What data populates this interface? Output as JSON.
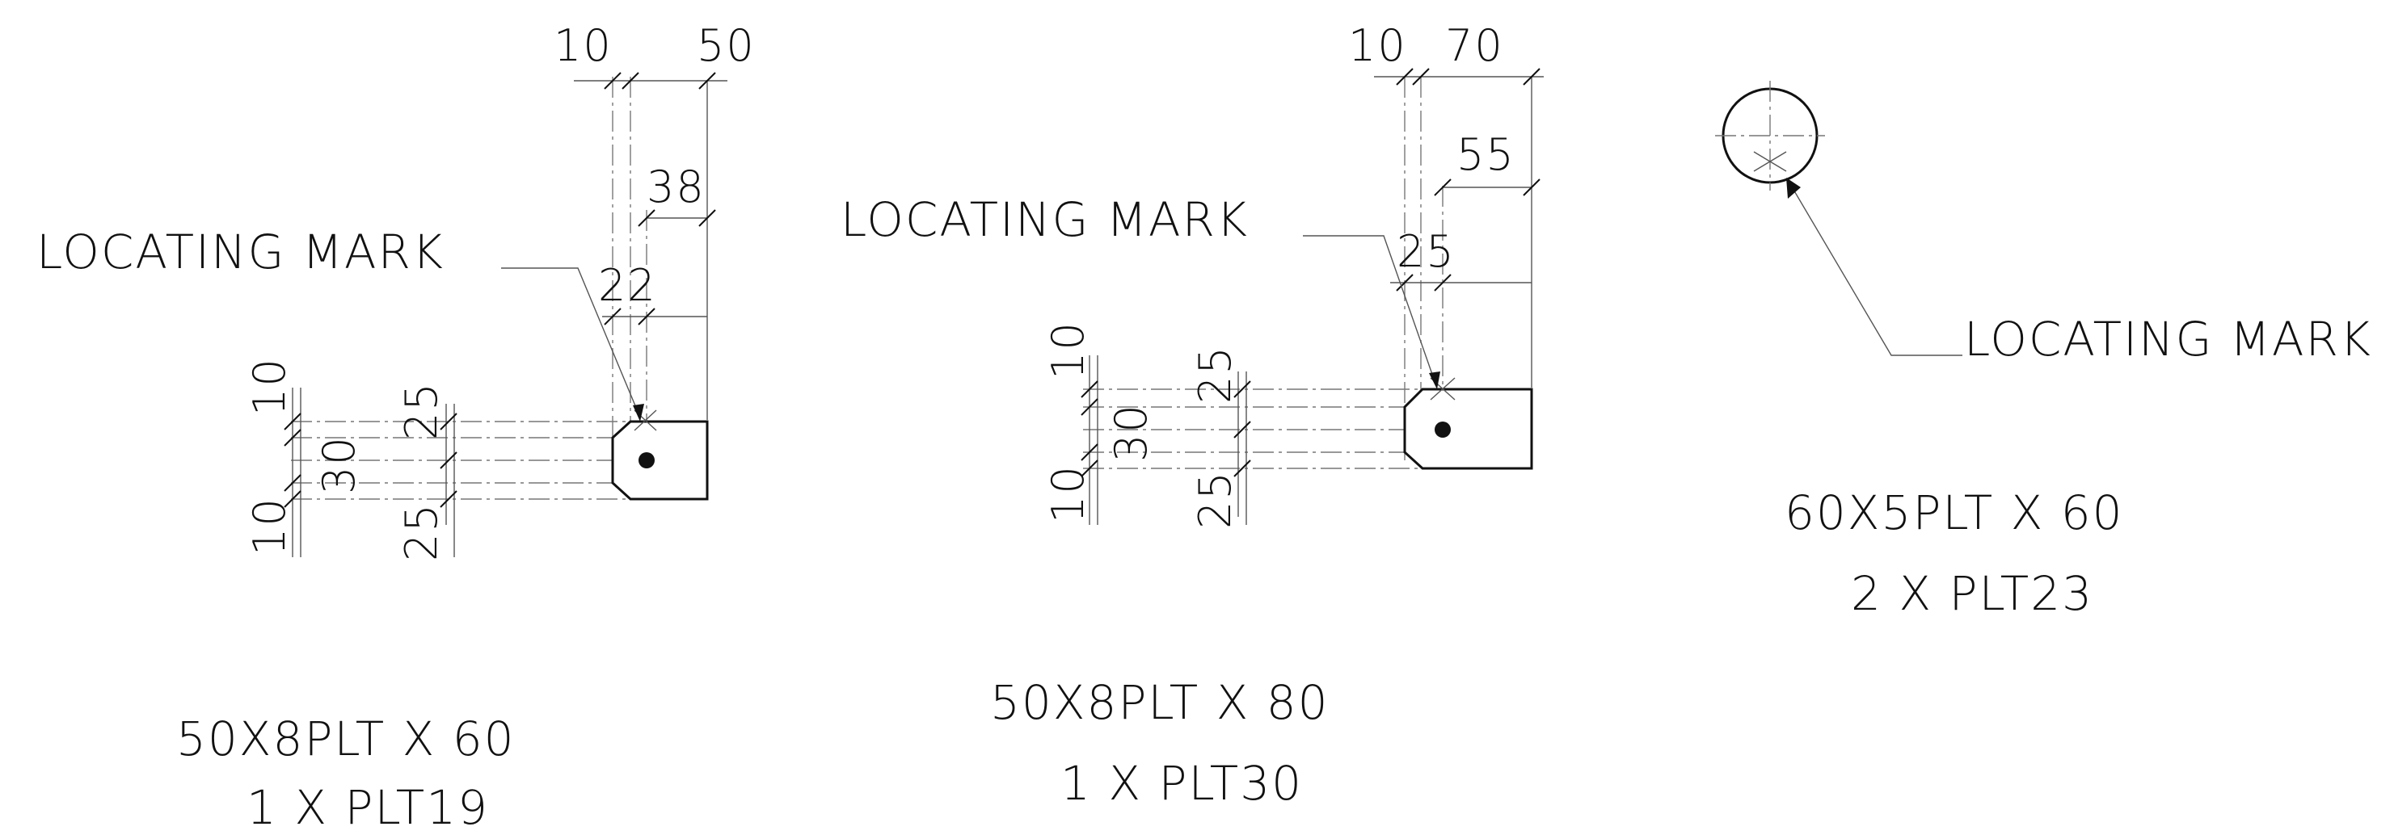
{
  "plates": [
    {
      "id": "plt19",
      "spec": "50X8PLT X 60",
      "qty": "1 X PLT19",
      "mark_label": "LOCATING MARK",
      "dims": {
        "top_left": "10",
        "top_right": "50",
        "upper": "38",
        "mid": "22",
        "left_a": "10",
        "left_b": "30",
        "left_c": "10",
        "right_a": "25",
        "right_b": "25"
      }
    },
    {
      "id": "plt30",
      "spec": "50X8PLT X 80",
      "qty": "1 X PLT30",
      "mark_label": "LOCATING MARK",
      "dims": {
        "top_left": "10",
        "top_right": "70",
        "upper": "55",
        "mid": "25",
        "left_a": "10",
        "left_b": "30",
        "left_c": "10",
        "right_a": "25",
        "right_b": "25"
      }
    },
    {
      "id": "plt23",
      "spec": "60X5PLT X 60",
      "qty": "2 X PLT23",
      "mark_label": "LOCATING MARK"
    }
  ],
  "colors": {
    "ink": "#111111",
    "construction": "#777777",
    "background": "#ffffff"
  }
}
